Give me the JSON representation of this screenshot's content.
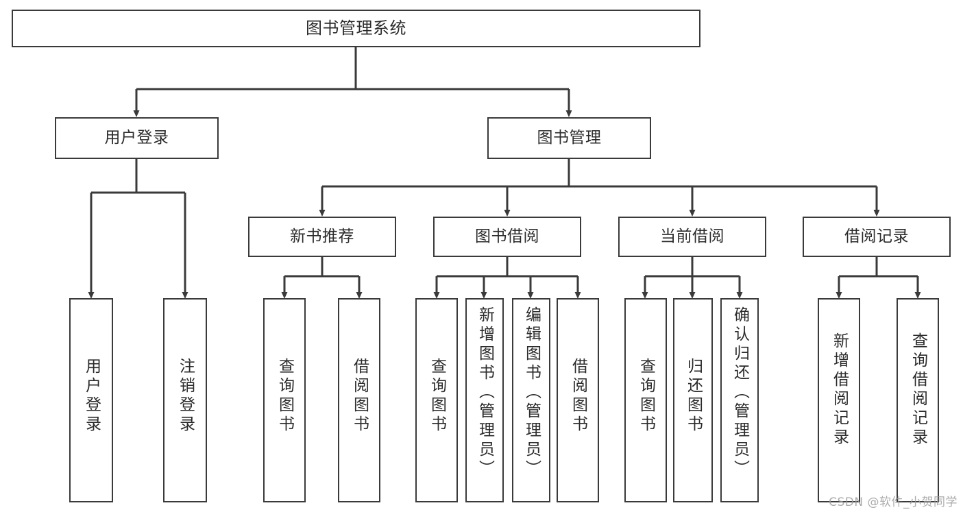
{
  "diagram": {
    "title_box": {
      "label": "图书管理系统"
    },
    "level2": [
      {
        "id": "user-login",
        "label": "用户登录"
      },
      {
        "id": "book-management",
        "label": "图书管理"
      }
    ],
    "level3": [
      {
        "id": "new-book-recommend",
        "label": "新书推荐"
      },
      {
        "id": "book-borrow",
        "label": "图书借阅"
      },
      {
        "id": "current-borrow",
        "label": "当前借阅"
      },
      {
        "id": "borrow-record",
        "label": "借阅记录"
      }
    ],
    "leaves": [
      {
        "id": "leaf-user-login",
        "label": "用户登录"
      },
      {
        "id": "leaf-logout",
        "label": "注销登录"
      },
      {
        "id": "leaf-query-book-1",
        "label": "查询图书"
      },
      {
        "id": "leaf-borrow-book-1",
        "label": "借阅图书"
      },
      {
        "id": "leaf-query-book-2",
        "label": "查询图书"
      },
      {
        "id": "leaf-add-book",
        "label": "新增图书（管理员）"
      },
      {
        "id": "leaf-edit-book",
        "label": "编辑图书（管理员）"
      },
      {
        "id": "leaf-borrow-book-2",
        "label": "借阅图书"
      },
      {
        "id": "leaf-query-book-3",
        "label": "查询图书"
      },
      {
        "id": "leaf-return-book",
        "label": "归还图书"
      },
      {
        "id": "leaf-confirm-return",
        "label": "确认归还（管理员）"
      },
      {
        "id": "leaf-add-record",
        "label": "新增借阅记录"
      },
      {
        "id": "leaf-query-record",
        "label": "查询借阅记录"
      }
    ],
    "watermark": "CSDN @软件_小贺同学",
    "colors": {
      "stroke": "#3a3a3a",
      "text": "#2b2b2b",
      "background": "#ffffff",
      "watermark": "#9d9d9d"
    }
  }
}
